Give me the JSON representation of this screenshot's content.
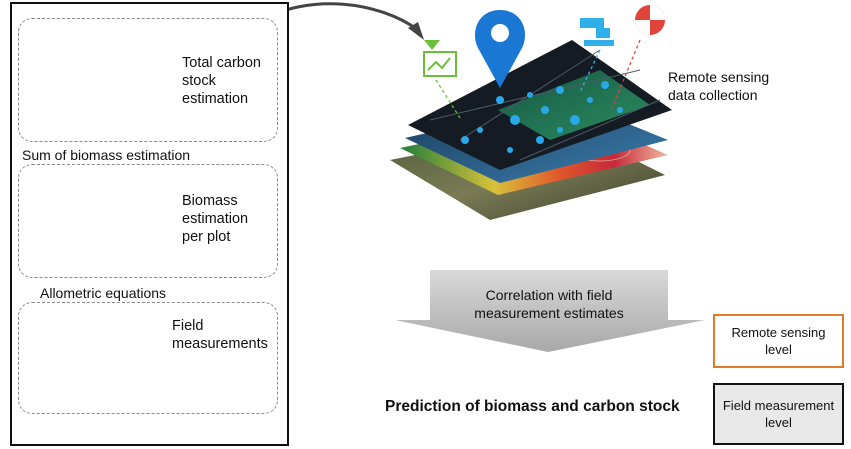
{
  "field_level": {
    "total_carbon": [
      "Total carbon",
      "stock",
      "estimation"
    ],
    "sum_biomass": "Sum of biomass estimation",
    "biomass_per_plot": [
      "Biomass",
      "estimation",
      "per plot"
    ],
    "allometric": "Allometric equations",
    "field_measurements": [
      "Field",
      "measurements"
    ]
  },
  "remote_sensing": {
    "label": [
      "Remote sensing",
      "data collection"
    ]
  },
  "correlation": [
    "Correlation with field",
    "measurement estimates"
  ],
  "prediction": "Prediction of biomass and carbon stock",
  "legend": {
    "remote_sensing_level": [
      "Remote sensing",
      "level"
    ],
    "field_measurement_level": [
      "Field measurement",
      "level"
    ],
    "remote_color": "#e07b2b",
    "field_color": "#111111"
  },
  "icons": [
    "sensor-chart-icon",
    "location-pin-icon",
    "water-outflow-icon",
    "survey-marker-icon"
  ]
}
